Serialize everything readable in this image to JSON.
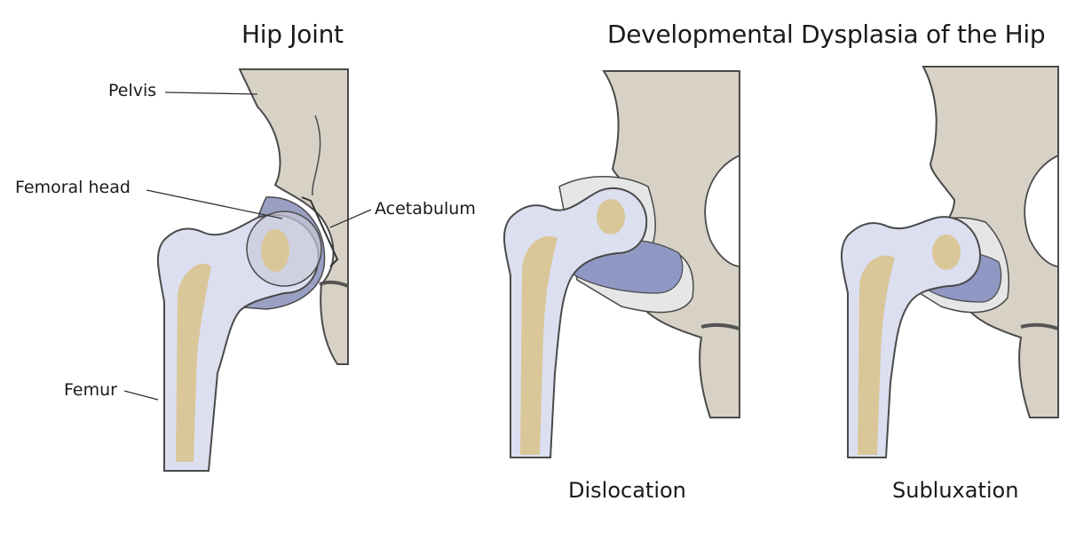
{
  "titles": {
    "left": "Hip Joint",
    "right": "Developmental Dysplasia of the Hip"
  },
  "labels": {
    "pelvis": "Pelvis",
    "femoral_head": "Femoral head",
    "acetabulum": "Acetabulum",
    "femur": "Femur"
  },
  "captions": {
    "dislocation": "Dislocation",
    "subluxation": "Subluxation"
  },
  "colors": {
    "bone": "#d8d2c6",
    "femur": "#dcdff0",
    "marrow": "#d9c79a",
    "cartilage": "#aab0d3",
    "outline": "#4a4a4a"
  }
}
